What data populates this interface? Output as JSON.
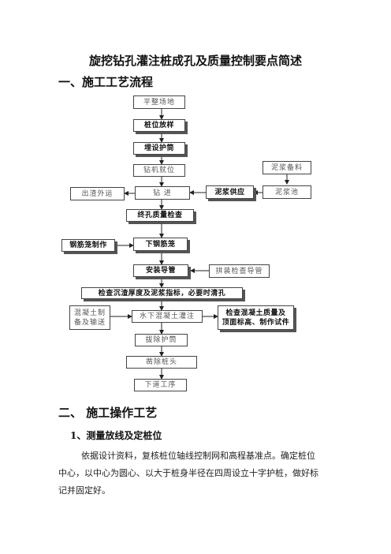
{
  "doc": {
    "title": "旋挖钻孔灌注桩成孔及质量控制要点简述",
    "section1": "一、施工工艺流程",
    "section2": "二、  施工操作工艺",
    "sub1": "1、测量放线及定桩位",
    "para_line1": "依据设计资料，复核桩位轴线控制网和高程基准点。确定桩位",
    "para_line2": "中心，以中心为圆心、以大于桩身半径在四周设立十字护桩，做好标",
    "para_line3": "记并固定好。"
  },
  "flow": {
    "n1": "平整场地",
    "n2": "桩位放样",
    "n3": "埋设护筒",
    "n4": "钻机就位",
    "n5": "钻    进",
    "n6": "终孔质量检查",
    "n7": "下钢筋笼",
    "n8": "安装导管",
    "n9": "检查沉渣厚度及泥浆指标，必要时清孔",
    "n10": "水下混凝土灌注",
    "n11": "拔除护筒",
    "n12": "凿除桩头",
    "n13": "下道工序",
    "s_mud_prep": "泥浆备料",
    "s_mud_pool": "泥浆池",
    "s_mud_supply": "泥浆供应",
    "s_slag": "出渣外运",
    "s_cage": "钢筋笼制作",
    "s_pipe_check": "拼装检查导管",
    "s_concrete_1": "混凝土制",
    "s_concrete_2": "备及输送",
    "s_quality_1": "检查混凝土质量及",
    "s_quality_2": "顶面标高、制作试件"
  }
}
